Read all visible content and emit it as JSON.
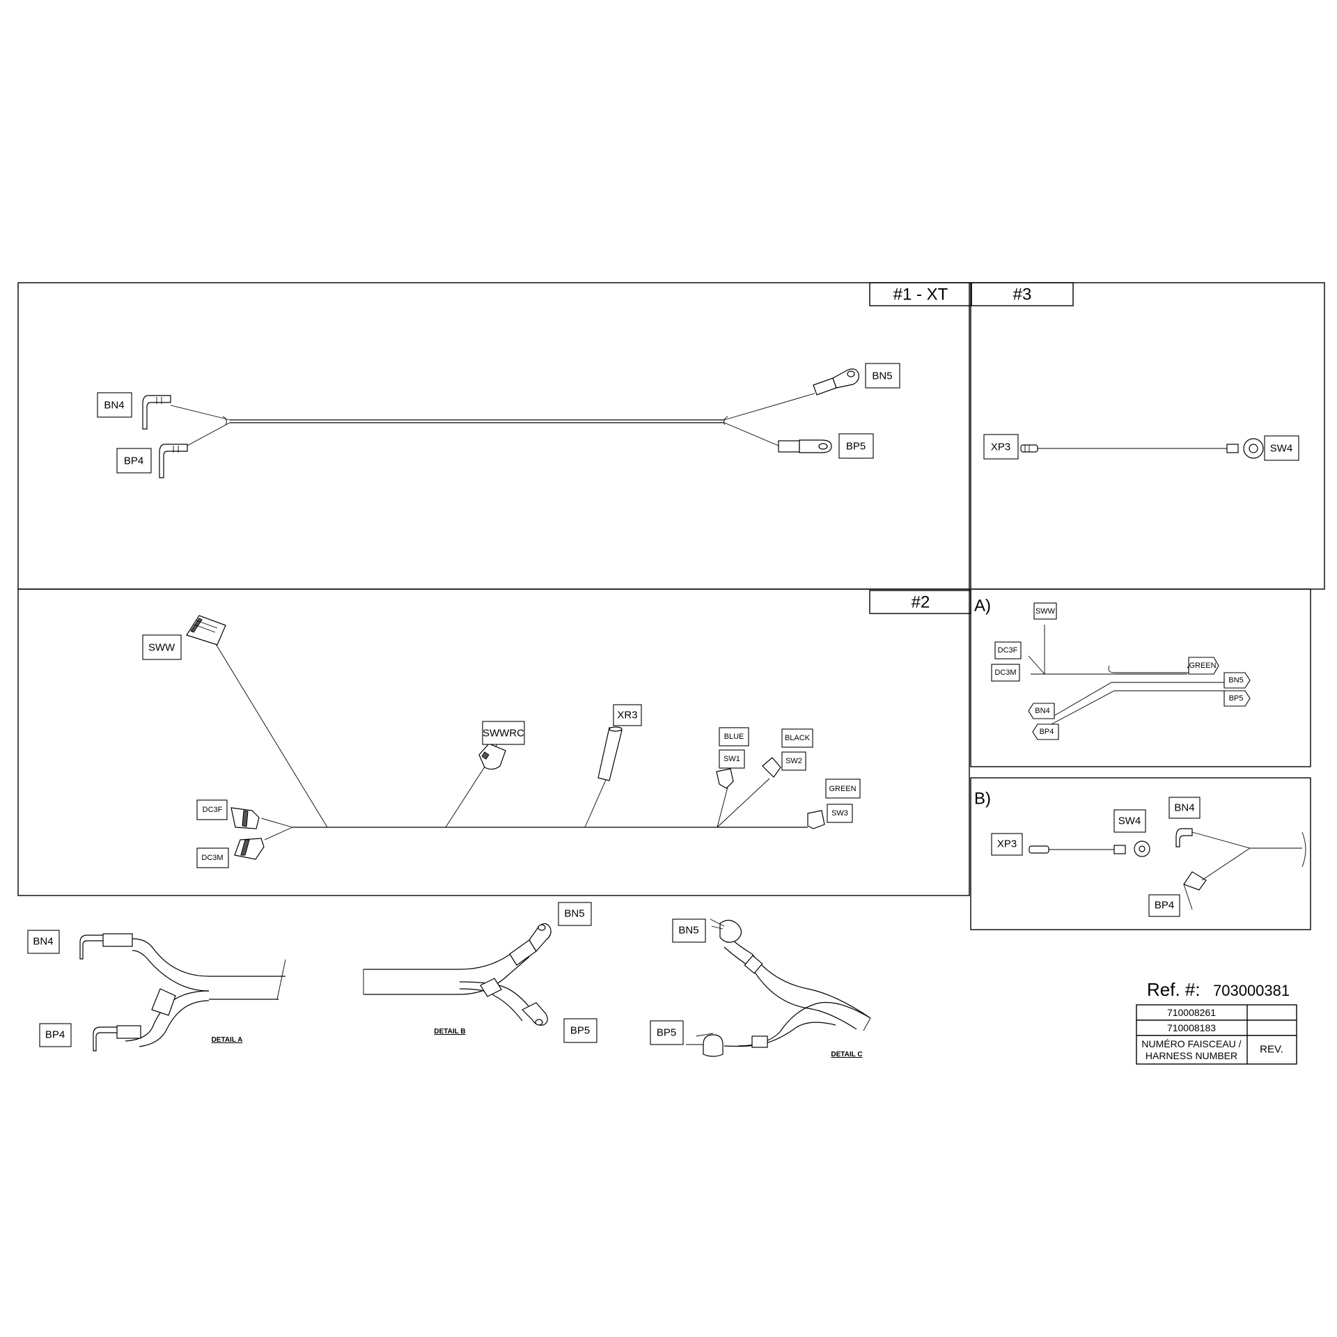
{
  "sections": {
    "s1_xt": "#1 - XT",
    "s2": "#2",
    "s3": "#3",
    "view_a": "A)",
    "view_b": "B)"
  },
  "labels": {
    "bn4": "BN4",
    "bp4": "BP4",
    "bn5": "BN5",
    "bp5": "BP5",
    "xp3": "XP3",
    "sw4": "SW4",
    "sww": "SWW",
    "swwrc": "SWWRC",
    "xr3": "XR3",
    "blue": "BLUE",
    "sw1": "SW1",
    "black": "BLACK",
    "sw2": "SW2",
    "green": "GREEN",
    "sw3": "SW3",
    "dc3f": "DC3F",
    "dc3m": "DC3M"
  },
  "details": {
    "a": "DETAIL A",
    "b": "DETAIL B",
    "c": "DETAIL C"
  },
  "reference": {
    "label": "Ref. #:",
    "number": "703000381"
  },
  "harness_table": {
    "rows": [
      "710008261",
      "710008183"
    ],
    "header_line1": "NUMÉRO FAISCEAU /",
    "header_line2": "HARNESS NUMBER",
    "rev_header": "REV."
  }
}
